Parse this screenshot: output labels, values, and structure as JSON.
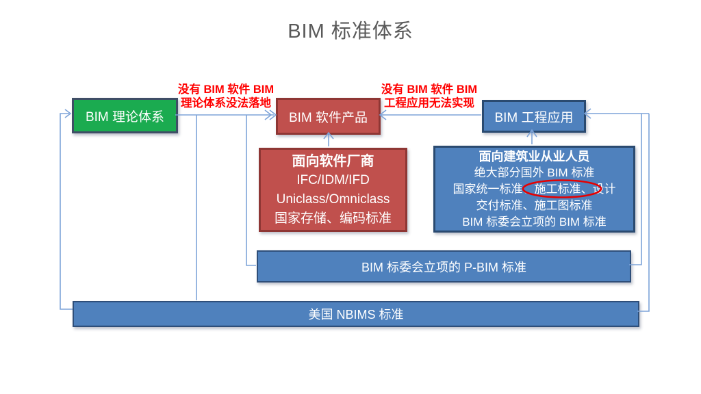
{
  "title": "BIM 标准体系",
  "colors": {
    "theory_fill": "#1bab50",
    "theory_border": "#3f4e66",
    "red_fill": "#c0504d",
    "red_border": "#8e3634",
    "blue_fill": "#4f81bd",
    "blue_border": "#2a4a70",
    "connector": "#7da3d8",
    "warning_red": "#ff0000",
    "highlight_ellipse": "#e60000",
    "title_gray": "#595959"
  },
  "warnings": {
    "left": {
      "line1": "没有 BIM 软件 BIM",
      "line2": "理论体系没法落地"
    },
    "right": {
      "line1": "没有 BIM 软件 BIM",
      "line2": "工程应用无法实现"
    }
  },
  "boxes": {
    "theory": {
      "label": "BIM 理论体系"
    },
    "software": {
      "label": "BIM 软件产品"
    },
    "application": {
      "label": "BIM 工程应用"
    },
    "vendor": {
      "heading": "面向软件厂商",
      "lines": [
        "IFC/IDM/IFD",
        "Uniclass/Omniclass",
        "国家存储、编码标准"
      ]
    },
    "practitioner": {
      "heading": "面向建筑业从业人员",
      "lines": [
        "绝大部分国外 BIM 标准",
        "国家统一标准、施工标准、设计",
        "交付标准、施工图标准",
        "BIM 标委会立项的 BIM 标准"
      ],
      "circled": "施工标准、"
    },
    "pbim": {
      "label": "BIM 标委会立项的 P-BIM 标准"
    },
    "nbims": {
      "label": "美国 NBIMS 标准"
    }
  }
}
